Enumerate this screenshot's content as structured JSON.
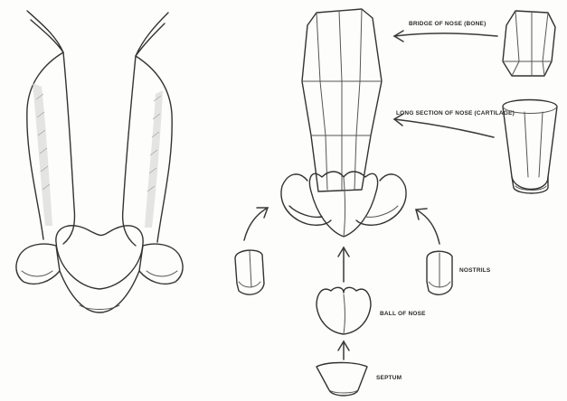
{
  "labels": {
    "bridge": "BRIDGE OF NOSE (BONE)",
    "long_section": "LONG SECTION OF NOSE (CARTILAGE)",
    "nostrils": "NOSTRILS",
    "ball": "BALL OF NOSE",
    "septum": "SEPTUM"
  }
}
